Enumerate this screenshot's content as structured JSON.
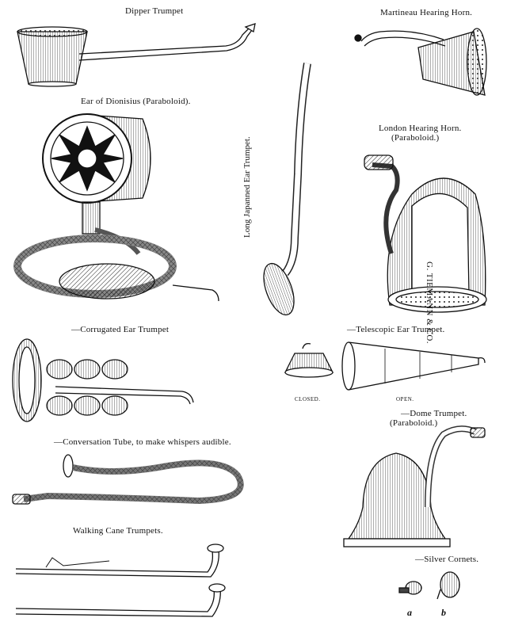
{
  "captions": {
    "dipper": "Dipper Trumpet",
    "martineau": "Martineau Hearing Horn.",
    "dionisius": "Ear of Dionisius (Paraboloid).",
    "long_japanned": "Long Japanned Ear Trumpet.",
    "london_line1": "London Hearing Horn.",
    "london_line2": "(Paraboloid.)",
    "tiemann_mark": "G. TIEMANN & CO.",
    "corrugated": "—Corrugated Ear Trumpet",
    "telescopic": "—Telescopic Ear Trumpet.",
    "closed": "CLOSED.",
    "open": "OPEN.",
    "dome_line1": "—Dome Trumpet.",
    "dome_line2": "(Paraboloid.)",
    "conversation": "—Conversation Tube, to make whispers audible.",
    "walking_cane": "Walking Cane Trumpets.",
    "silver": "—Silver Cornets.",
    "cornet_a": "a",
    "cornet_b": "b"
  }
}
